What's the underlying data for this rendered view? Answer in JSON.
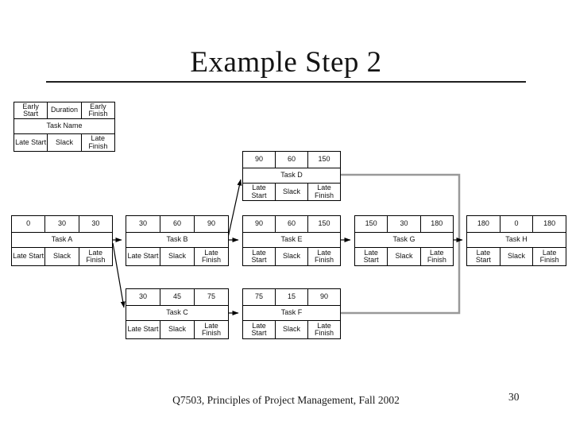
{
  "slide": {
    "title": "Example Step 2",
    "footer_text": "Q7503, Principles of Project Management, Fall 2002",
    "page_number": "30"
  },
  "legend": {
    "early_start": "Early Start",
    "duration": "Duration",
    "early_finish": "Early Finish",
    "task_name": "Task Name",
    "late_start": "Late Start",
    "slack": "Slack",
    "late_finish": "Late Finish"
  },
  "labels": {
    "late_start": "Late Start",
    "slack": "Slack",
    "late_finish": "Late Finish"
  },
  "tasks": {
    "a": {
      "name": "Task A",
      "early_start": "0",
      "duration": "30",
      "early_finish": "30"
    },
    "b": {
      "name": "Task B",
      "early_start": "30",
      "duration": "60",
      "early_finish": "90"
    },
    "c": {
      "name": "Task C",
      "early_start": "30",
      "duration": "45",
      "early_finish": "75"
    },
    "d": {
      "name": "Task D",
      "early_start": "90",
      "duration": "60",
      "early_finish": "150"
    },
    "e": {
      "name": "Task E",
      "early_start": "90",
      "duration": "60",
      "early_finish": "150"
    },
    "f": {
      "name": "Task F",
      "early_start": "75",
      "duration": "15",
      "early_finish": "90"
    },
    "g": {
      "name": "Task G",
      "early_start": "150",
      "duration": "30",
      "early_finish": "180"
    },
    "h": {
      "name": "Task H",
      "early_start": "180",
      "duration": "0",
      "early_finish": "180"
    }
  },
  "colors": {
    "box_border": "#000000",
    "arrow": "#000000",
    "merge_connector": "#999999",
    "background": "#ffffff"
  }
}
